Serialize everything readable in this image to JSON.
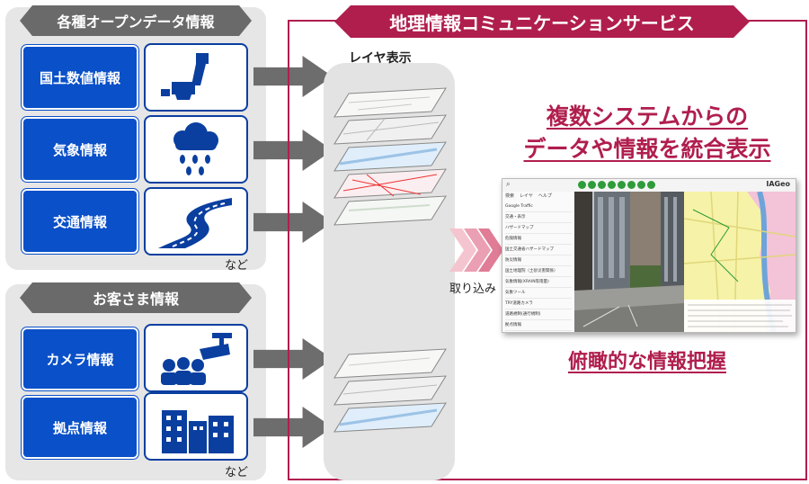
{
  "left_top": {
    "header": "各種オープンデータ情報",
    "items": [
      "国土数値情報",
      "気象情報",
      "交通情報"
    ],
    "etc": "など"
  },
  "left_bottom": {
    "header": "お客さま情報",
    "items": [
      "カメラ情報",
      "拠点情報"
    ],
    "etc": "など"
  },
  "layer_label": "レイヤ表示",
  "service": {
    "title": "地理情報コミュニケーションサービス",
    "headline_line1": "複数システムからの",
    "headline_line2": "データや情報を統合表示",
    "caption": "俯瞰的な情報把握",
    "ingest_label": "取り込み"
  },
  "screenshot": {
    "logo": "IAGeo",
    "menu": [
      "検索",
      "レイヤ",
      "ヘルプ"
    ],
    "list_items": [
      "Google Traffic",
      "交通・表示",
      "ハザードマップ",
      "危険情報",
      "国土交通省ハザードマップ",
      "防災情報",
      "国土地理院（土砂災害関係）",
      "気象情報(XRAIN等雨量)",
      "気象ツール",
      "TRY道路カメラ",
      "道路規制(通行規制)",
      "拠点情報"
    ]
  },
  "colors": {
    "brand_blue": "#0a50c8",
    "accent_red": "#b01e4e",
    "panel_gray": "#e6e6e6",
    "header_gray": "#6a6a6a"
  }
}
